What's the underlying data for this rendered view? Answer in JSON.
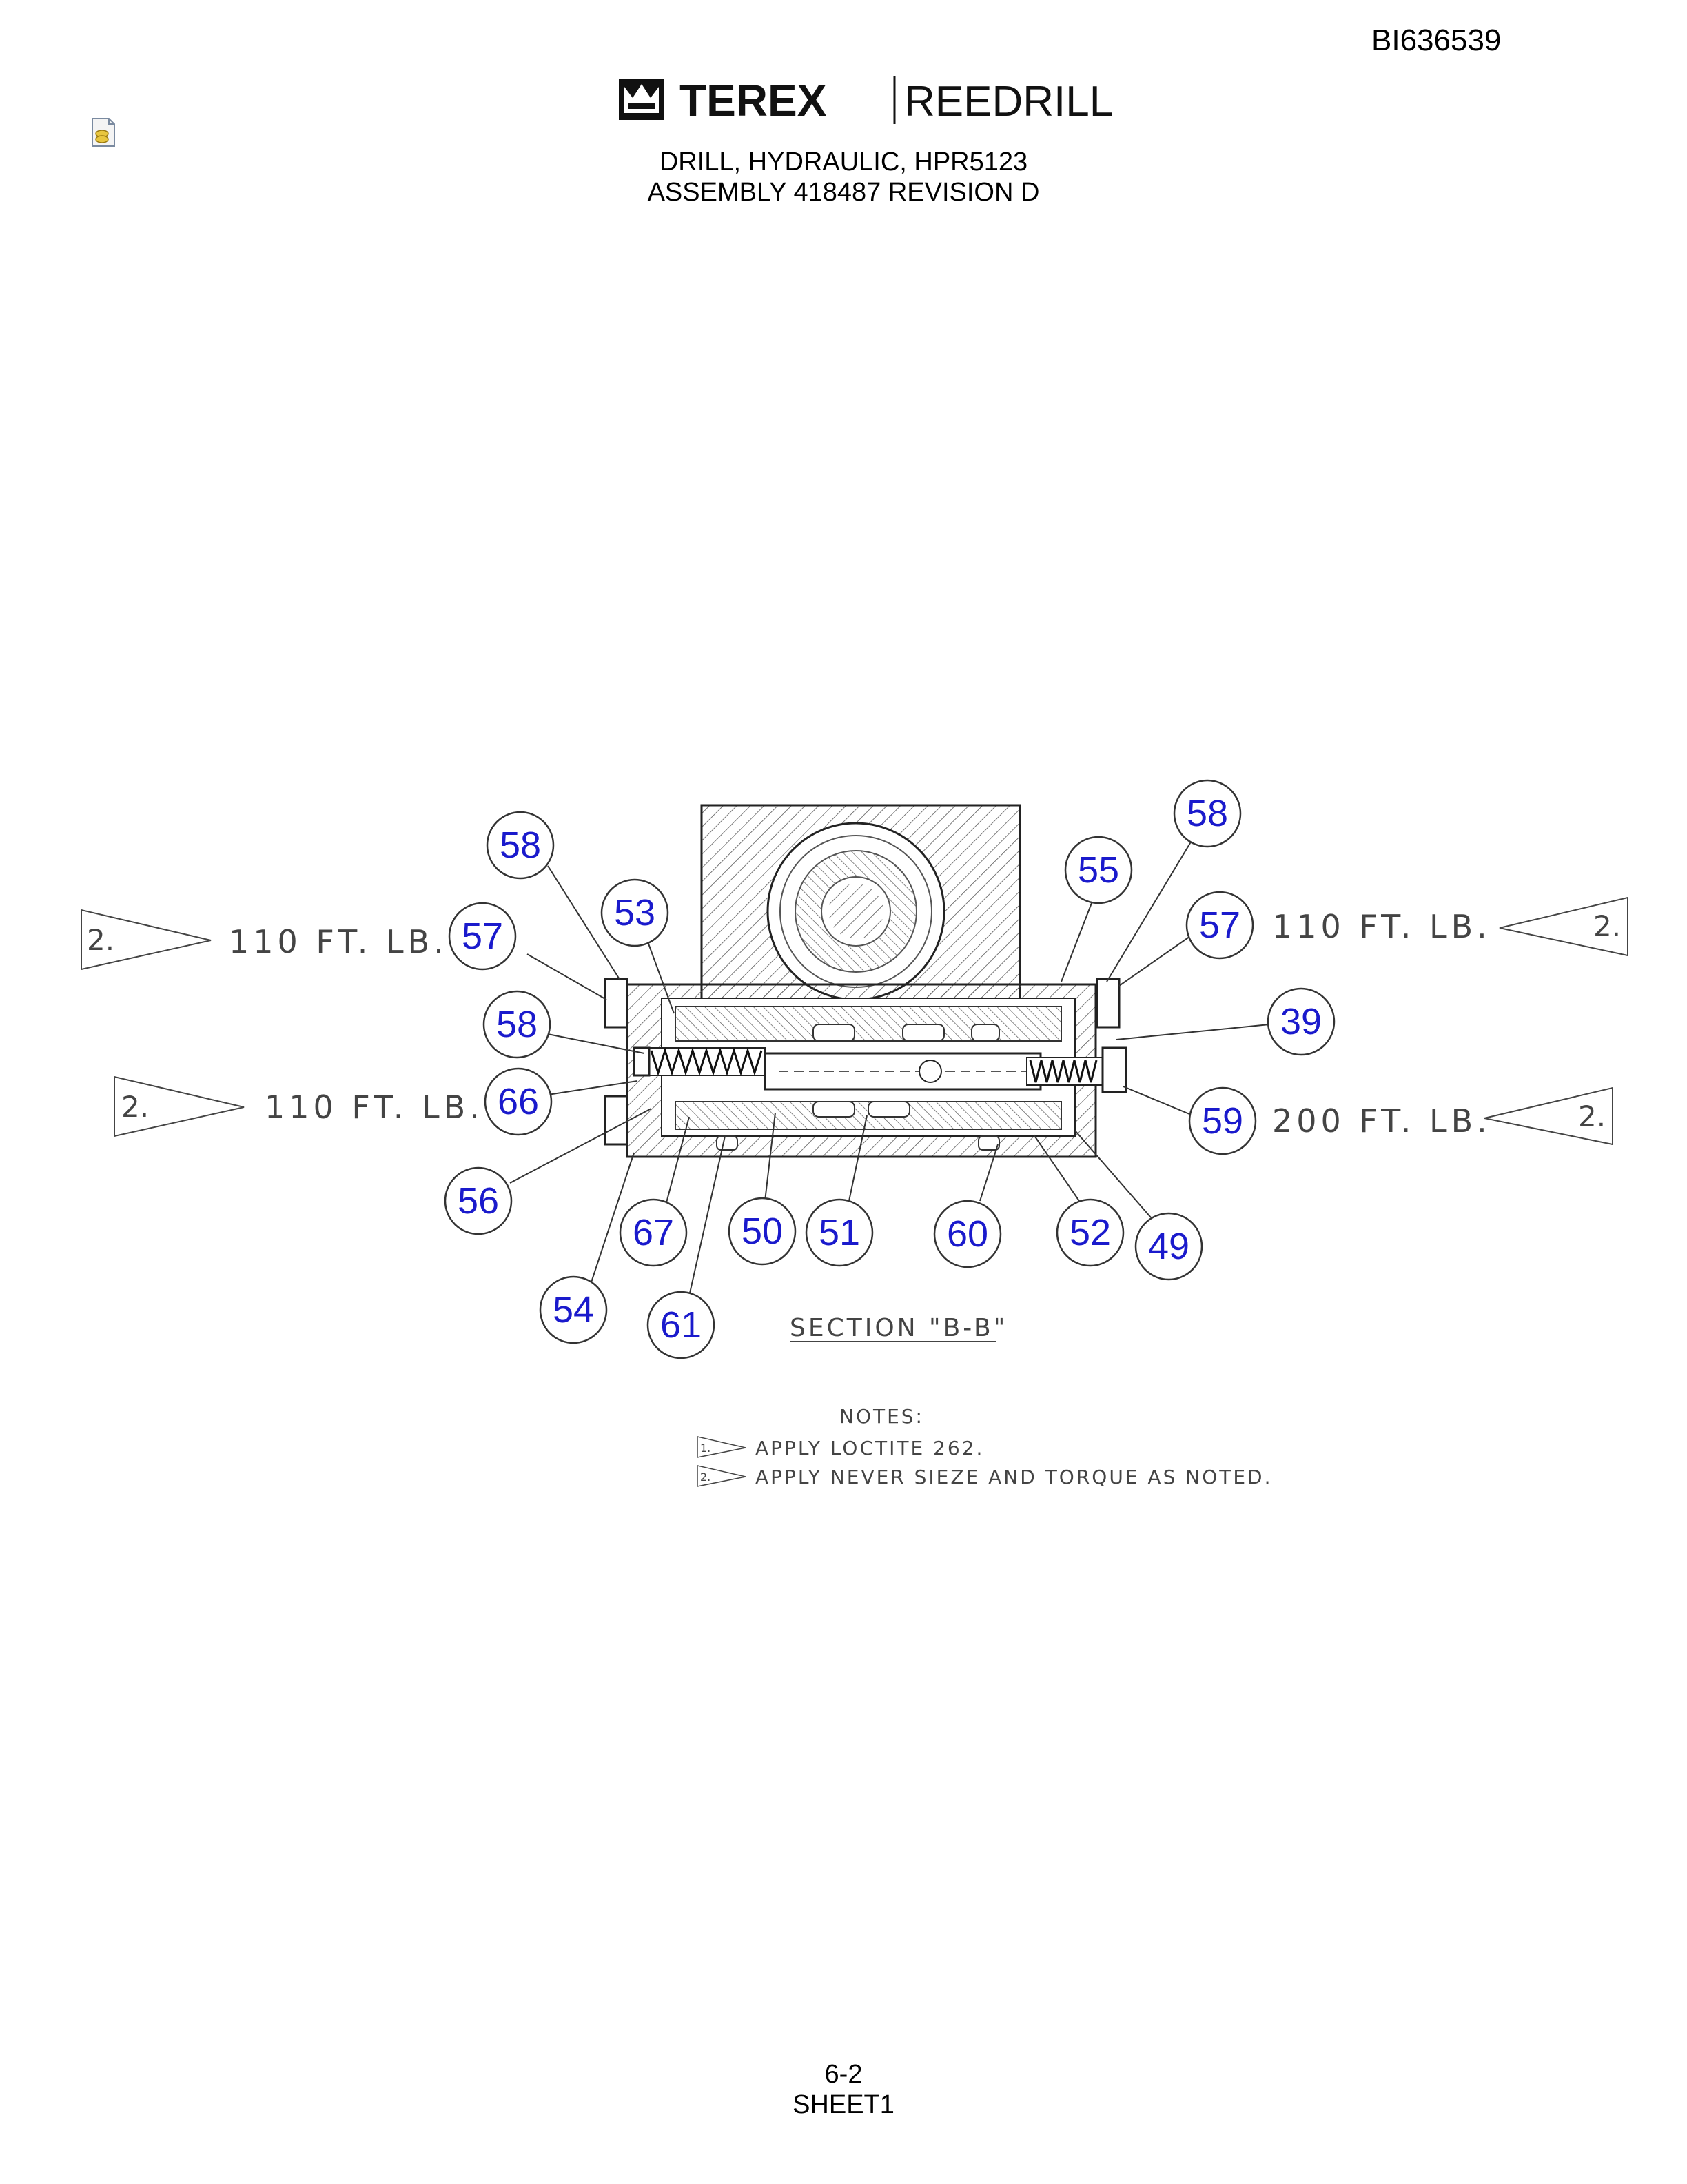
{
  "header": {
    "doc_id": "BI636539",
    "brand_left": "TEREX",
    "brand_right": "REEDRILL",
    "title_line1": "DRILL, HYDRAULIC, HPR5123",
    "title_line2": "ASSEMBLY 418487 REVISION D"
  },
  "drawing": {
    "section_label": "SECTION \"B-B\"",
    "balloons": {
      "b58a": "58",
      "b58b": "58",
      "b58c": "58",
      "b55": "55",
      "b53": "53",
      "b57a": "57",
      "b57b": "57",
      "b39": "39",
      "b66": "66",
      "b59": "59",
      "b56": "56",
      "b67": "67",
      "b50": "50",
      "b51": "51",
      "b60": "60",
      "b52": "52",
      "b49": "49",
      "b54": "54",
      "b61": "61"
    },
    "torque_callouts": {
      "left_top": "110 FT. LB.",
      "left_bottom": "110 FT. LB.",
      "right_top": "110 FT. LB.",
      "right_bottom": "200 FT. LB.",
      "flag_label": "2."
    },
    "notes_title": "NOTES:",
    "notes": [
      {
        "flag": "1.",
        "text": "APPLY LOCTITE 262."
      },
      {
        "flag": "2.",
        "text": "APPLY NEVER SIEZE AND TORQUE AS NOTED."
      }
    ]
  },
  "footer": {
    "page": "6-2",
    "sheet": "SHEET1"
  },
  "colors": {
    "balloon_text": "#1a1acc",
    "line": "#333333"
  }
}
